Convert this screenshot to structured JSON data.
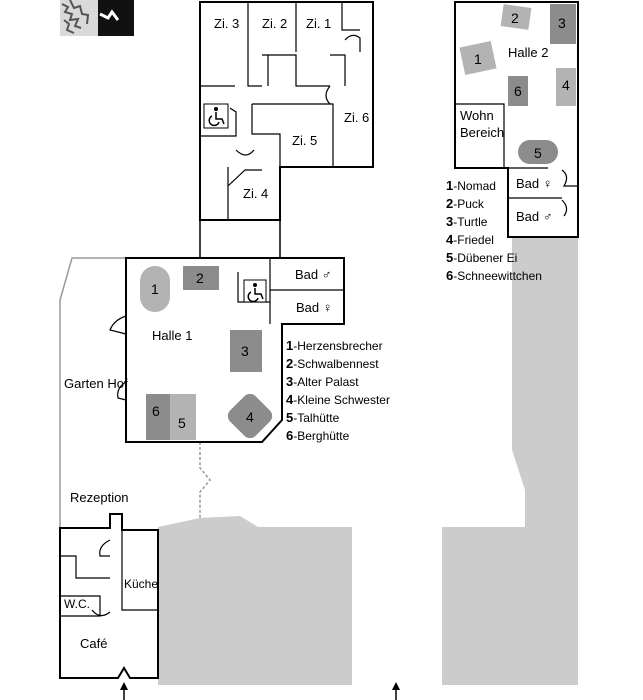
{
  "plan": {
    "rooms_top": {
      "zi3": "Zi. 3",
      "zi2": "Zi. 2",
      "zi1": "Zi. 1",
      "zi6": "Zi. 6",
      "zi5": "Zi. 5",
      "zi4": "Zi. 4"
    },
    "halle1": {
      "title": "Halle 1",
      "bad_m": "Bad ♂",
      "bad_f": "Bad ♀",
      "tables": [
        "1",
        "2",
        "3",
        "4",
        "6",
        "5"
      ],
      "legend": [
        {
          "num": "1",
          "name": "Herzensbrecher"
        },
        {
          "num": "2",
          "name": "Schwalbennest"
        },
        {
          "num": "3",
          "name": "Alter Palast"
        },
        {
          "num": "4",
          "name": "Kleine Schwester"
        },
        {
          "num": "5",
          "name": "Talhütte"
        },
        {
          "num": "6",
          "name": "Berghütte"
        }
      ]
    },
    "halle2": {
      "title": "Halle 2",
      "wohn1": "Wohn",
      "wohn2": "Bereich",
      "bad_f": "Bad ♀",
      "bad_m": "Bad ♂",
      "tables": [
        "2",
        "3",
        "1",
        "6",
        "4",
        "5"
      ],
      "legend": [
        {
          "num": "1",
          "name": "Nomad"
        },
        {
          "num": "2",
          "name": "Puck"
        },
        {
          "num": "3",
          "name": "Turtle"
        },
        {
          "num": "4",
          "name": "Friedel"
        },
        {
          "num": "5",
          "name": "Dübener Ei"
        },
        {
          "num": "6",
          "name": "Schneewittchen"
        }
      ]
    },
    "garten_hof": "Garten Hof",
    "rezeption": "Rezeption",
    "kueche": "Küche",
    "wc": "W.C.",
    "cafe": "Café",
    "wheelchair_icon": "wheelchair-icon",
    "colors": {
      "wall": "#000000",
      "table_dark": "#8c8c8c",
      "table_light": "#b3b3b3",
      "area": "#cccccc"
    }
  }
}
